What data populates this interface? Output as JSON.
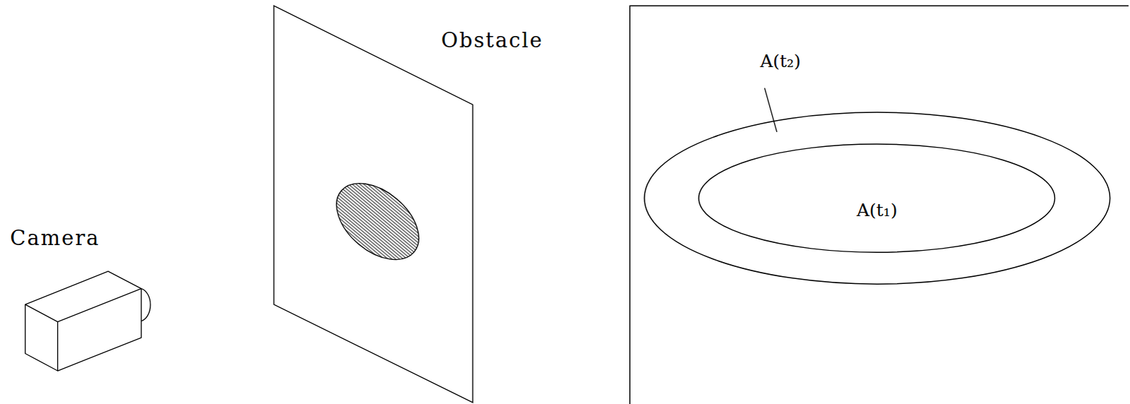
{
  "diagram": {
    "nodes": [
      {
        "text": [
          "A(t₂)"
        ]
      },
      {
        "text": [
          "A(t₁)"
        ],
        "in": 0
      }
    ],
    "labels": [
      "Camera",
      "Obstacle"
    ]
  }
}
